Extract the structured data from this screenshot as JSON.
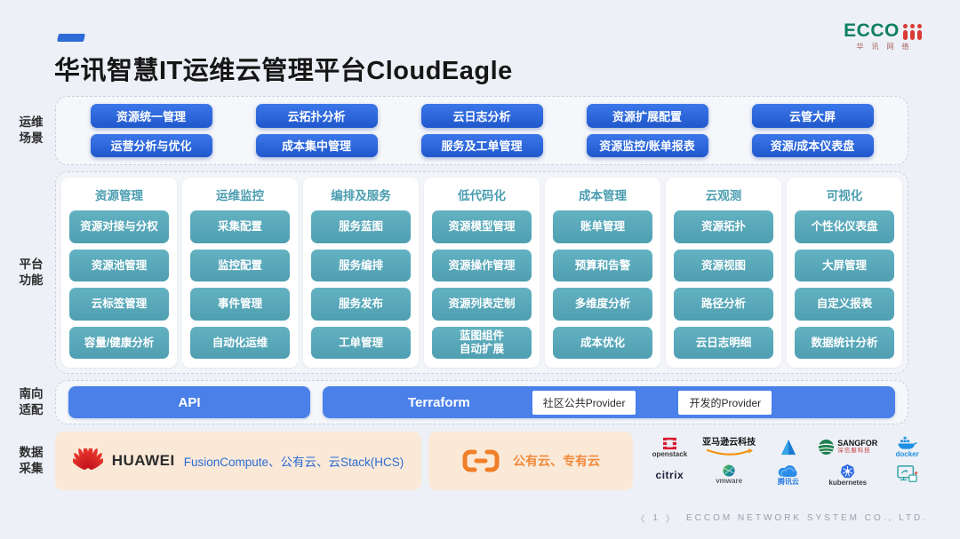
{
  "header": {
    "title": "华讯智慧IT运维云管理平台CloudEagle",
    "logo": {
      "text": "ECCO",
      "subtext": "华讯网络"
    }
  },
  "sections": {
    "scenarios": {
      "label": "运维\n场景",
      "rows": [
        [
          "资源统一管理",
          "云拓扑分析",
          "云日志分析",
          "资源扩展配置",
          "云管大屏"
        ],
        [
          "运营分析与优化",
          "成本集中管理",
          "服务及工单管理",
          "资源监控/账单报表",
          "资源/成本仪表盘"
        ]
      ]
    },
    "functions": {
      "label": "平台\n功能",
      "columns": [
        {
          "header": "资源管理",
          "items": [
            "资源对接与分权",
            "资源池管理",
            "云标签管理",
            "容量/健康分析"
          ]
        },
        {
          "header": "运维监控",
          "items": [
            "采集配置",
            "监控配置",
            "事件管理",
            "自动化运维"
          ]
        },
        {
          "header": "编排及服务",
          "items": [
            "服务蓝图",
            "服务编排",
            "服务发布",
            "工单管理"
          ]
        },
        {
          "header": "低代码化",
          "items": [
            "资源模型管理",
            "资源操作管理",
            "资源列表定制",
            "蓝图组件\n自动扩展"
          ]
        },
        {
          "header": "成本管理",
          "items": [
            "账单管理",
            "预算和告警",
            "多维度分析",
            "成本优化"
          ]
        },
        {
          "header": "云观测",
          "items": [
            "资源拓扑",
            "资源视图",
            "路径分析",
            "云日志明细"
          ]
        },
        {
          "header": "可视化",
          "items": [
            "个性化仪表盘",
            "大屏管理",
            "自定义报表",
            "数据统计分析"
          ]
        }
      ]
    },
    "southbound": {
      "label": "南向\n适配",
      "api_label": "API",
      "terraform_label": "Terraform",
      "chips": [
        "社区公共Provider",
        "开发的Provider"
      ]
    },
    "data_collection": {
      "label": "数据\n采集",
      "huawei": {
        "brand": "HUAWEI",
        "text": "FusionCompute、公有云、云Stack(HCS)"
      },
      "alicloud": {
        "text": "公有云、专有云"
      },
      "vendors": {
        "openstack": {
          "label": "openstack"
        },
        "amazon": {
          "label": "亚马逊云科技"
        },
        "sangfor": {
          "label": "SANGFOR",
          "sublabel": "深信服科技"
        },
        "docker": {
          "label": "docker"
        },
        "citrix": {
          "label": "citrix"
        },
        "vmware": {
          "label": "vmware"
        },
        "tencent": {
          "label": "腾讯云"
        },
        "kubernetes": {
          "label": "kubernetes"
        }
      }
    }
  },
  "footer": {
    "pager_prev": "〈",
    "page": "1",
    "pager_next": "〉",
    "company": "ECCOM NETWORK SYSTEM CO., LTD."
  },
  "colors": {
    "scenario_button_blue": "#2a63d8",
    "bar_blue": "#4a80e8",
    "function_teal": "#57a8ba",
    "card_peach": "#fbe9d8",
    "logo_green": "#0e7f63",
    "logo_red": "#d93a35",
    "huawei_link_blue": "#2b6bd4",
    "ali_orange": "#f08a3c"
  }
}
